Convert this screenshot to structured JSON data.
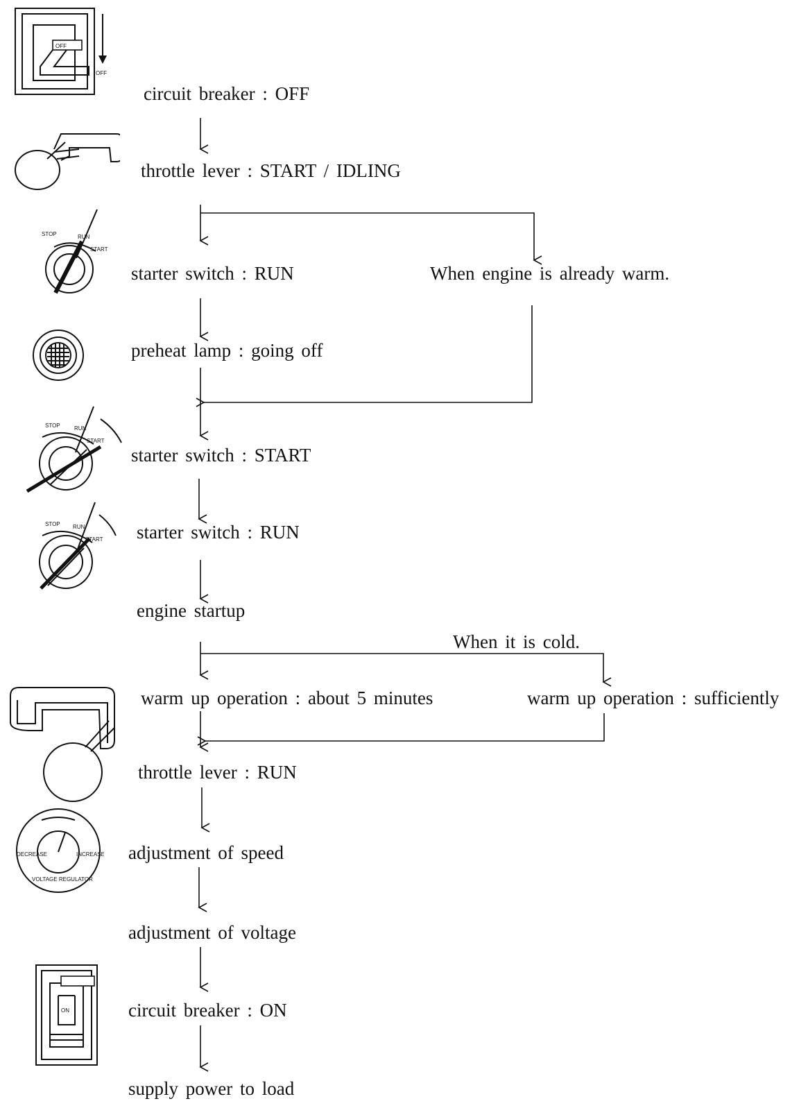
{
  "flow": {
    "steps": {
      "circuit_breaker_off": "circuit breaker : OFF",
      "throttle_start": "throttle lever : START / IDLING",
      "starter_run_1": "starter switch : RUN",
      "engine_warm_note": "When engine is already warm.",
      "preheat_lamp": "preheat lamp : going off",
      "starter_start": "starter switch : START",
      "starter_run_2": "starter switch : RUN",
      "engine_startup": "engine startup",
      "cold_note": "When it is cold.",
      "warm_up_5min": "warm up operation :  about 5 minutes",
      "warm_up_sufficient": "warm up operation : sufficiently",
      "throttle_run": "throttle lever : RUN",
      "adjust_speed": "adjustment of speed",
      "adjust_voltage": "adjustment of voltage",
      "circuit_breaker_on": "circuit breaker : ON",
      "supply_power": "supply power to load"
    }
  },
  "icon_labels": {
    "breaker_off_label": "OFF",
    "breaker_off_side": "OFF",
    "breaker_on_label": "ON",
    "key_stop": "STOP",
    "key_run": "RUN",
    "key_start": "START",
    "regulator_bottom": "VOLTAGE REGULATOR",
    "regulator_decrease": "DECREASE",
    "regulator_increase": "INCREASE"
  }
}
